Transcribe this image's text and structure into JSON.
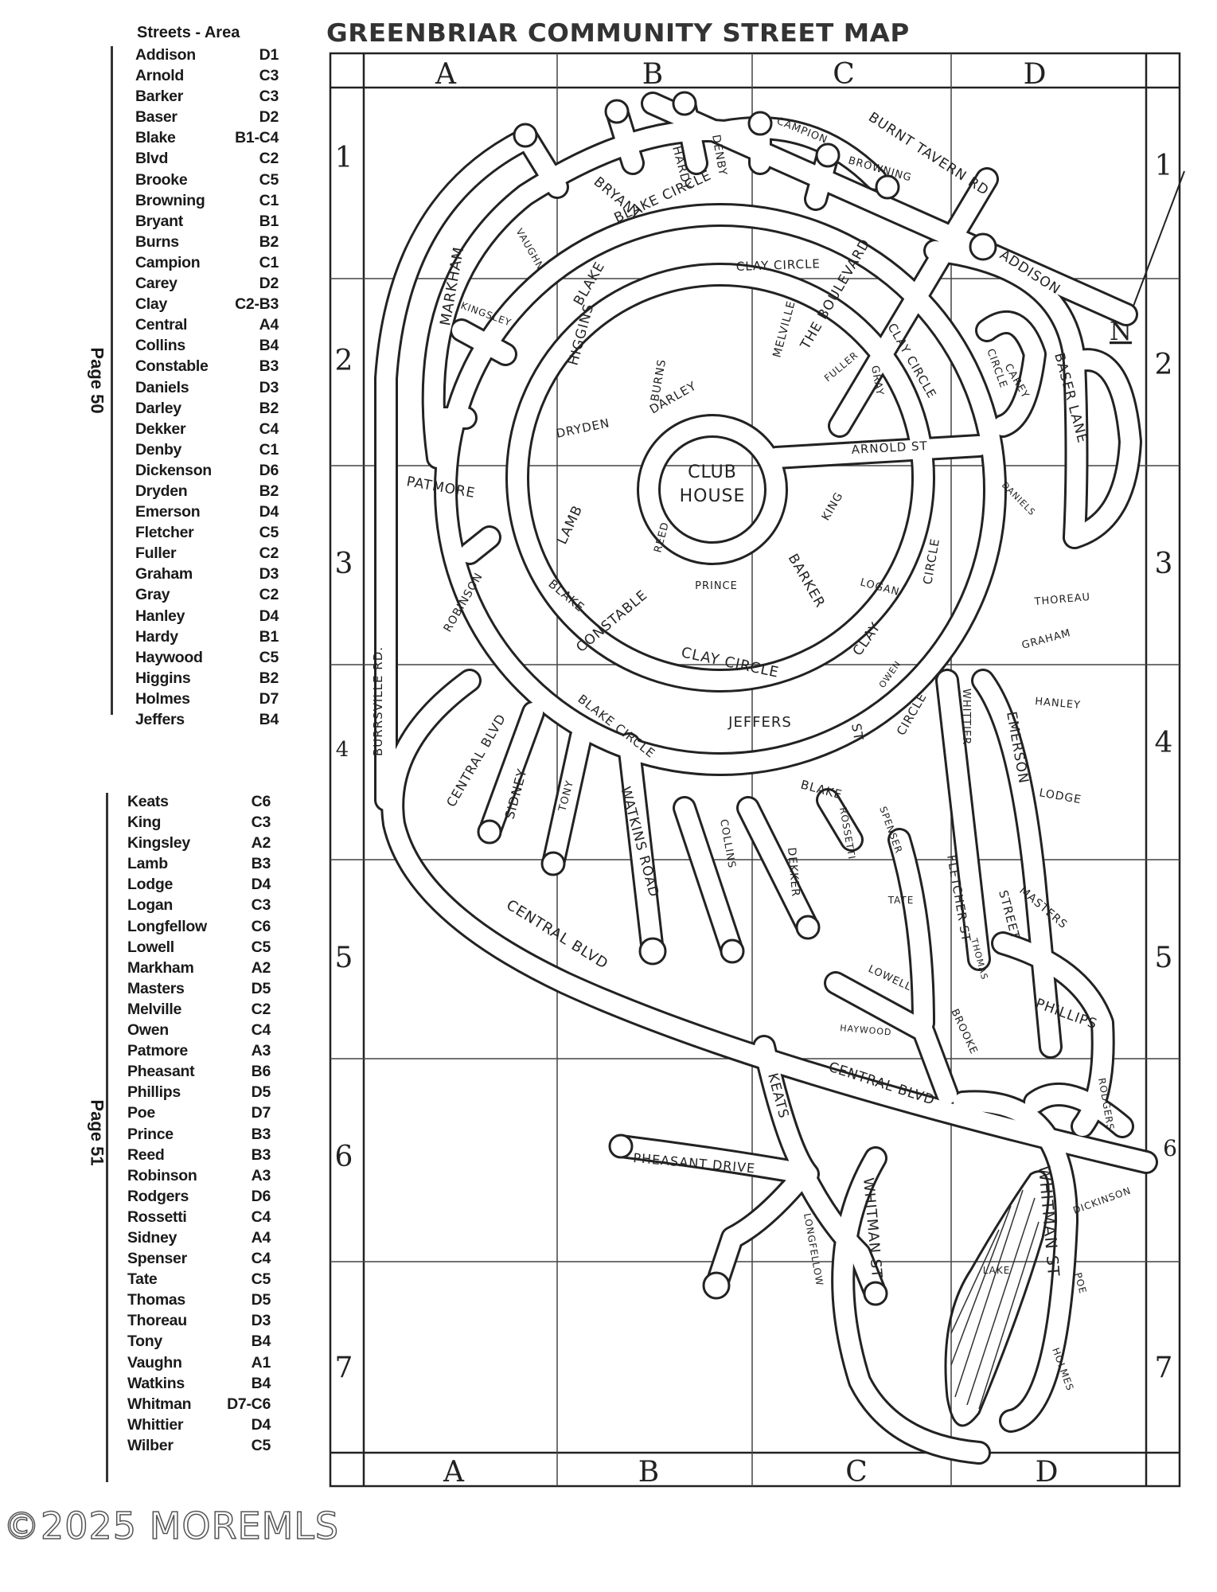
{
  "map_title": "GREENBRIAR COMMUNITY STREET MAP",
  "index": {
    "header": "Streets - Area",
    "page_labels": [
      "Page 50",
      "Page 51"
    ],
    "group1": [
      {
        "name": "Addison",
        "area": "D1"
      },
      {
        "name": "Arnold",
        "area": "C3"
      },
      {
        "name": "Barker",
        "area": "C3"
      },
      {
        "name": "Baser",
        "area": "D2"
      },
      {
        "name": "Blake",
        "area": "B1-C4"
      },
      {
        "name": "Blvd",
        "area": "C2"
      },
      {
        "name": "Brooke",
        "area": "C5"
      },
      {
        "name": "Browning",
        "area": "C1"
      },
      {
        "name": "Bryant",
        "area": "B1"
      },
      {
        "name": "Burns",
        "area": "B2"
      },
      {
        "name": "Campion",
        "area": "C1"
      },
      {
        "name": "Carey",
        "area": "D2"
      },
      {
        "name": "Clay",
        "area": "C2-B3"
      },
      {
        "name": "Central",
        "area": "A4"
      },
      {
        "name": "Collins",
        "area": "B4"
      },
      {
        "name": "Constable",
        "area": "B3"
      },
      {
        "name": "Daniels",
        "area": "D3"
      },
      {
        "name": "Darley",
        "area": "B2"
      },
      {
        "name": "Dekker",
        "area": "C4"
      },
      {
        "name": "Denby",
        "area": "C1"
      },
      {
        "name": "Dickenson",
        "area": "D6"
      },
      {
        "name": "Dryden",
        "area": "B2"
      },
      {
        "name": "Emerson",
        "area": "D4"
      },
      {
        "name": "Fletcher",
        "area": "C5"
      },
      {
        "name": "Fuller",
        "area": "C2"
      },
      {
        "name": "Graham",
        "area": "D3"
      },
      {
        "name": "Gray",
        "area": "C2"
      },
      {
        "name": "Hanley",
        "area": "D4"
      },
      {
        "name": "Hardy",
        "area": "B1"
      },
      {
        "name": "Haywood",
        "area": "C5"
      },
      {
        "name": "Higgins",
        "area": "B2"
      },
      {
        "name": "Holmes",
        "area": "D7"
      },
      {
        "name": "Jeffers",
        "area": "B4"
      }
    ],
    "group2": [
      {
        "name": "Keats",
        "area": "C6"
      },
      {
        "name": "King",
        "area": "C3"
      },
      {
        "name": "Kingsley",
        "area": "A2"
      },
      {
        "name": "Lamb",
        "area": "B3"
      },
      {
        "name": "Lodge",
        "area": "D4"
      },
      {
        "name": "Logan",
        "area": "C3"
      },
      {
        "name": "Longfellow",
        "area": "C6"
      },
      {
        "name": "Lowell",
        "area": "C5"
      },
      {
        "name": "Markham",
        "area": "A2"
      },
      {
        "name": "Masters",
        "area": "D5"
      },
      {
        "name": "Melville",
        "area": "C2"
      },
      {
        "name": "Owen",
        "area": "C4"
      },
      {
        "name": "Patmore",
        "area": "A3"
      },
      {
        "name": "Pheasant",
        "area": "B6"
      },
      {
        "name": "Phillips",
        "area": "D5"
      },
      {
        "name": "Poe",
        "area": "D7"
      },
      {
        "name": "Prince",
        "area": "B3"
      },
      {
        "name": "Reed",
        "area": "B3"
      },
      {
        "name": "Robinson",
        "area": "A3"
      },
      {
        "name": "Rodgers",
        "area": "D6"
      },
      {
        "name": "Rossetti",
        "area": "C4"
      },
      {
        "name": "Sidney",
        "area": "A4"
      },
      {
        "name": "Spenser",
        "area": "C4"
      },
      {
        "name": "Tate",
        "area": "C5"
      },
      {
        "name": "Thomas",
        "area": "D5"
      },
      {
        "name": "Thoreau",
        "area": "D3"
      },
      {
        "name": "Tony",
        "area": "B4"
      },
      {
        "name": "Vaughn",
        "area": "A1"
      },
      {
        "name": "Watkins",
        "area": "B4"
      },
      {
        "name": "Whitman",
        "area": "D7-C6"
      },
      {
        "name": "Whittier",
        "area": "D4"
      },
      {
        "name": "Wilber",
        "area": "C5"
      }
    ]
  },
  "grid": {
    "columns": [
      "A",
      "B",
      "C",
      "D"
    ],
    "rows": [
      "1",
      "2",
      "3",
      "4",
      "5",
      "6",
      "7"
    ],
    "north_label": "N"
  },
  "street_labels": {
    "burnt_tavern": "BURNT TAVERN RD",
    "addison": "ADDISON",
    "campion": "CAMPION",
    "browning": "BROWNING",
    "denby": "DENBY",
    "hardy": "HARDY",
    "bryant": "BRYANT",
    "vaughn": "VAUGHN",
    "markham": "MARKHAM",
    "kingsley": "KINGSLEY",
    "blake_circle": "BLAKE CIRCLE",
    "blake": "BLAKE",
    "clay_circle": "CLAY CIRCLE",
    "the_boulevard": "THE BOULEVARD",
    "melville": "MELVILLE",
    "higgins": "HIGGINS",
    "burns": "BURNS",
    "dryden": "DRYDEN",
    "darley": "DARLEY",
    "club": "CLUB",
    "house": "HOUSE",
    "arnold": "ARNOLD ST",
    "fuller": "FULLER",
    "gray": "GRAY",
    "circle": "CIRCLE",
    "carey": "CAREY",
    "baser_lane": "BASER LANE",
    "patmore": "PATMORE",
    "lamb": "LAMB",
    "reed": "REED",
    "king": "KING",
    "logan": "LOGAN",
    "daniels": "DANIELS",
    "thoreau": "THOREAU",
    "robinson": "ROBINSON",
    "burrsville": "BURRSVILLE RD.",
    "constable": "CONSTABLE",
    "prince": "PRINCE",
    "barker": "BARKER",
    "clay": "CLAY",
    "graham": "GRAHAM",
    "hanley": "HANLEY",
    "owen": "OWEN",
    "whittier": "WHITTIER",
    "emerson": "EMERSON",
    "lodge": "LODGE",
    "central_blvd": "CENTRAL BLVD",
    "sidney": "SIDNEY",
    "tony": "TONY",
    "watkins": "WATKINS ROAD",
    "collins": "COLLINS",
    "jeffers": "JEFFERS",
    "st": "ST",
    "rossetti": "ROSSETTI",
    "spenser": "SPENSER",
    "dekker": "DEKKER",
    "fletcher": "FLETCHER ST",
    "street": "STREET",
    "masters": "MASTERS",
    "tate": "TATE",
    "thomas": "THOMAS",
    "lowell": "LOWELL",
    "haywood": "HAYWOOD",
    "brooke": "BROOKE",
    "phillips": "PHILLIPS",
    "keats": "KEATS",
    "rodgers": "RODGERS",
    "pheasant": "PHEASANT DRIVE",
    "longfellow": "LONGFELLOW",
    "whitman": "WHITMAN ST",
    "whitman2": "WHITMAN ST",
    "dickinson": "DICKINSON",
    "lake": "LAKE",
    "poe": "POE",
    "holmes": "HOLMES"
  },
  "watermark": "©2025 MOREMLS"
}
